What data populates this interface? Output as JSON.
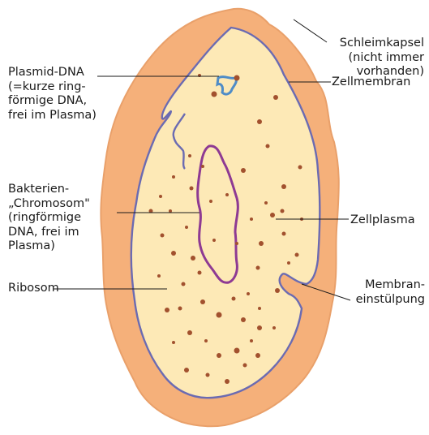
{
  "colors": {
    "capsule": "#f5b07a",
    "capsule_edge": "#e9a06a",
    "cytoplasm": "#fde9b6",
    "membrane": "#6b6bb2",
    "chromosome": "#8e3a93",
    "plasmid": "#4f8cc7",
    "ribosome": "#a2512e"
  },
  "labels": {
    "schleimkapsel": "Schleimkapsel\n(nicht immer\nvorhanden)",
    "zellmembran": "Zellmembran",
    "zellplasma": "Zellplasma",
    "membraneinstuelpung": "Membran-\neinstülpung",
    "plasmid": "Plasmid-DNA\n(=kurze ring-\nförmige DNA,\nfrei im Plasma)",
    "chromosom": "Bakterien-\n„Chromosom\"\n(ringförmige\nDNA, frei im\nPlasma)",
    "ribosom": "Ribosom"
  }
}
